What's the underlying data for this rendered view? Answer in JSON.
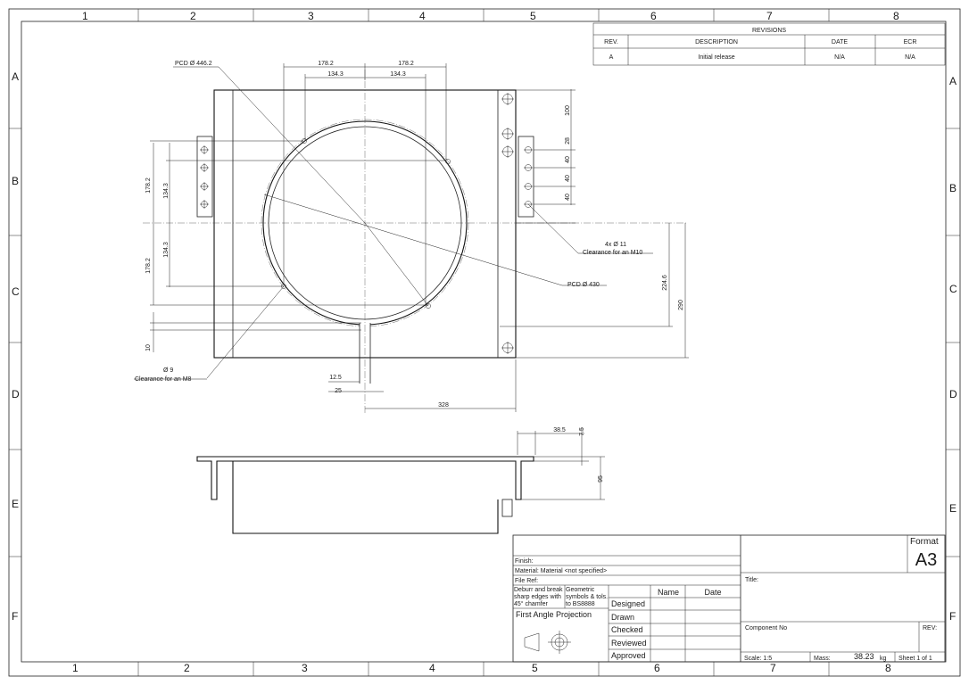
{
  "zones": {
    "columns_top": [
      "1",
      "2",
      "3",
      "4",
      "5",
      "6",
      "7",
      "8"
    ],
    "columns_bottom": [
      "1",
      "2",
      "3",
      "4",
      "5",
      "6",
      "7",
      "8"
    ],
    "rows": [
      "A",
      "B",
      "C",
      "D",
      "E",
      "F"
    ]
  },
  "revisions": {
    "title": "REVISIONS",
    "headers": [
      "REV.",
      "DESCRIPTION",
      "DATE",
      "ECR"
    ],
    "rows": [
      {
        "rev": "A",
        "description": "Initial release",
        "date": "N/A",
        "ecr": "N/A"
      }
    ]
  },
  "dimensions": {
    "top_178_left": "178.2",
    "top_178_right": "178.2",
    "top_134_left": "134.3",
    "top_134_right": "134.3",
    "left_178_upper": "178.2",
    "left_134_upper": "134.3",
    "left_134_lower": "134.3",
    "left_178_lower": "178.2",
    "left_10": "10",
    "right_100": "100",
    "right_28": "28",
    "right_40a": "40",
    "right_40b": "40",
    "right_40c": "40",
    "right_224": "224.6",
    "right_290": "290",
    "bottom_12": "12.5",
    "bottom_25": "25",
    "bottom_328": "328",
    "side_38": "38.5",
    "side_7": "7.5",
    "side_95": "95"
  },
  "notes": {
    "pcd_446": "PCD Ø 446.2",
    "pcd_430": "PCD Ø 430",
    "holes_11_qty": "4x Ø 11",
    "holes_11_desc": "Clearance for an M10",
    "holes_9_dia": "Ø 9",
    "holes_9_desc": "Clearance for an M8"
  },
  "title_block": {
    "finish": "Finish:",
    "material": "Material:  Material <not specified>",
    "file_ref": "File Ref:",
    "deburr": [
      "Deburr and break",
      "sharp  edges with",
      "45° chamfer"
    ],
    "geometric": [
      "Geometric",
      "symbols & tols.",
      "to BS8888"
    ],
    "projection": "First Angle Projection",
    "col_name": "Name",
    "col_date": "Date",
    "roles": [
      "Designed",
      "Drawn",
      "Checked",
      "Reviewed",
      "Approved"
    ],
    "format_label": "Format",
    "format_value": "A3",
    "title_label": "Title:",
    "component_label": "Component No",
    "rev_label": "REV:",
    "scale": "Scale: 1:5",
    "mass_label": "Mass:",
    "mass_value": "38.23",
    "mass_unit": "kg",
    "sheet": "Sheet 1 of 1"
  }
}
